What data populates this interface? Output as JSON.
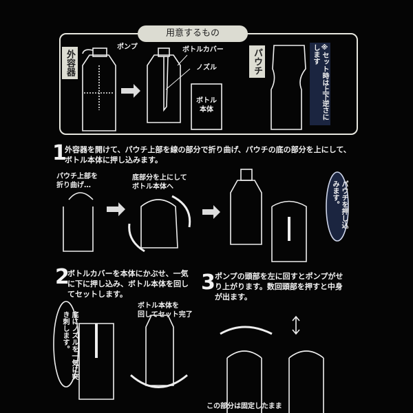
{
  "prep": {
    "title": "用意するもの",
    "outer_container": "外容器",
    "pump": "ポンプ",
    "bottle_cover": "ボトルカバー",
    "nozzle": "ノズル",
    "bottle_body": "ボトル本体",
    "pouch": "パウチ",
    "note": "※セット時は上下逆さにします"
  },
  "step1": {
    "number": "1",
    "text": "外容器を開けて、パウチ上部を線の部分で折り曲げ、パウチの底の部分を上にして、ボトル本体に押し込みます。",
    "fold_label": "パウチ上部を\n折り曲げ…",
    "bottom_up_label": "底部分を上にして\nボトル本体へ",
    "push_label": "パウチを押し込みます。"
  },
  "step2": {
    "number": "2",
    "text": "ボトルカバーを本体にかぶせ、一気に下に押し込み、ボトル本体を回してセットします。",
    "pierce_label": "底にノズルを一気に突き刺します。",
    "rotate_label": "ボトル本体を\n回してセット完了"
  },
  "step3": {
    "number": "3",
    "text": "ポンプの頭部を左に回すとポンプがせり上がります。数回頭部を押すと中身が出ます。",
    "fixed_label": "この部分は固定したまま"
  },
  "colors": {
    "background": "#050505",
    "line": "#f2f2f2",
    "label_bg": "#dcdcd2",
    "accent": "#2a3a66"
  }
}
